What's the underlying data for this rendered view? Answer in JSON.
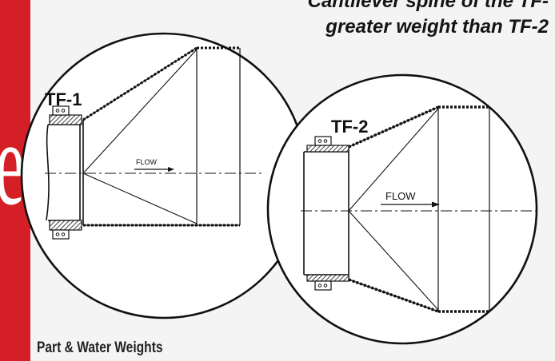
{
  "caption": {
    "line1": "Cantilever spine of the TF-",
    "line2": "greater weight than TF-2"
  },
  "sidebar_letter": "e",
  "footer_text": "Part & Water Weights",
  "detail_tf1": {
    "label": "TF-1",
    "flow_label": "FLOW"
  },
  "detail_tf2": {
    "label": "TF-2",
    "flow_label": "FLOW"
  },
  "colors": {
    "accent_red": "#d41f26",
    "ink": "#141414",
    "background": "#f4f4f4"
  }
}
